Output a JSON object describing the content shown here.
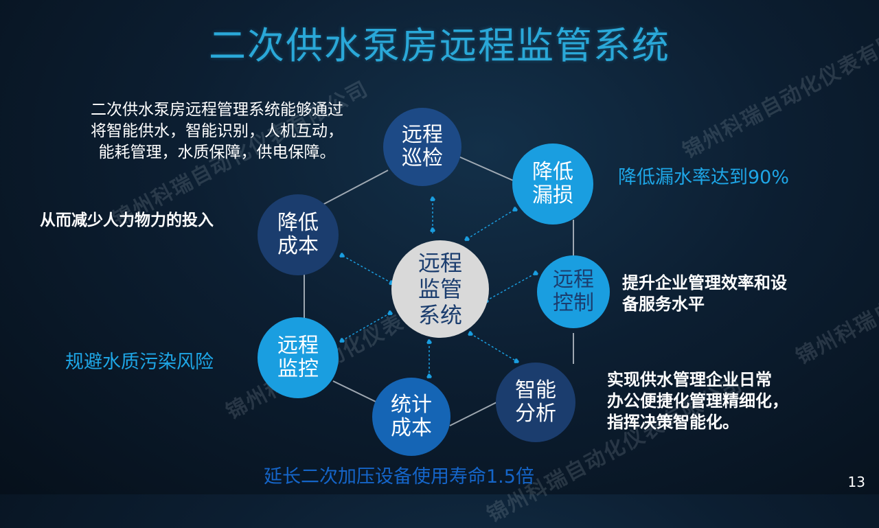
{
  "title": "二次供水泵房远程监管系统",
  "watermark": "锦州科瑞自动化仪表有限公司",
  "intro": "二次供水泵房远程管理系统能够通过\n将智能供水，智能识别，人机互动，\n能耗管理，水质保障，供电保障。",
  "center": "远程\n监管\n系统",
  "nodes": {
    "patrol": "远程\n巡检",
    "reduce_leak": "降低\n漏损",
    "remote_control": "远程\n控制",
    "smart_analysis": "智能\n分析",
    "stat_cost": "统计\n成本",
    "remote_monitor": "远程\n监控",
    "reduce_cost": "降低\n成本"
  },
  "descriptions": {
    "leak_rate": "降低漏水率达到90%",
    "reduce_labor": "从而减少人力物力的投入",
    "efficiency": "提升企业管理效率和设\n备服务水平",
    "office": "实现供水管理企业日常\n办公便捷化管理精细化，\n指挥决策智能化。",
    "water_quality": "规避水质污染风险",
    "lifespan": "延长二次加压设备使用寿命1.5倍"
  },
  "page_number": "13",
  "colors": {
    "title": "#2aa8d8",
    "dark_node": "#1b3d6e",
    "mid_node": "#1565b5",
    "light_node": "#1a9ee0",
    "center_node": "#d9d9d9",
    "accent_text": "#1ea6e6"
  }
}
